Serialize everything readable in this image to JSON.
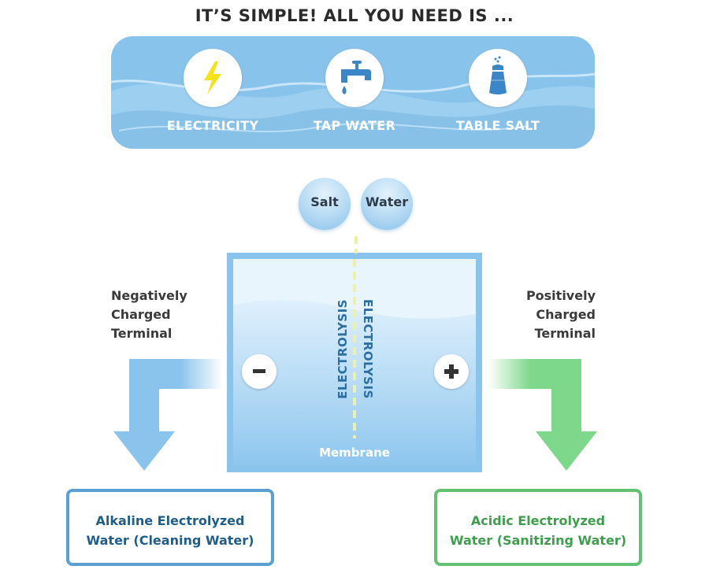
{
  "headline": "IT’S SIMPLE! ALL YOU NEED IS ...",
  "ingredients": [
    {
      "label": "ELECTRICITY",
      "icon": "lightning-bolt-icon"
    },
    {
      "label": "TAP WATER",
      "icon": "faucet-icon"
    },
    {
      "label": "TABLE SALT",
      "icon": "salt-shaker-icon"
    }
  ],
  "inputs": {
    "salt": "Salt",
    "water": "Water"
  },
  "tank": {
    "left_process": "ELECTROLYSIS",
    "right_process": "ELECTROLYSIS",
    "membrane": "Membrane"
  },
  "terminals": {
    "negative": {
      "line1": "Negatively",
      "line2": "Charged",
      "line3": "Terminal"
    },
    "positive": {
      "line1": "Positively",
      "line2": "Charged",
      "line3": "Terminal"
    }
  },
  "outputs": {
    "alkaline": {
      "line1": "Alkaline Electrolyzed",
      "line2": "Water (Cleaning Water)"
    },
    "acidic": {
      "line1": "Acidic Electrolyzed",
      "line2": "Water (Sanitizing Water)"
    }
  },
  "colors": {
    "banner": "#88c3ec",
    "bolt": "#f4e31a",
    "icon_blue": "#3b86c6",
    "alkaline": "#5aa0d4",
    "acidic": "#64c073",
    "membrane_line": "#eef0a8"
  }
}
